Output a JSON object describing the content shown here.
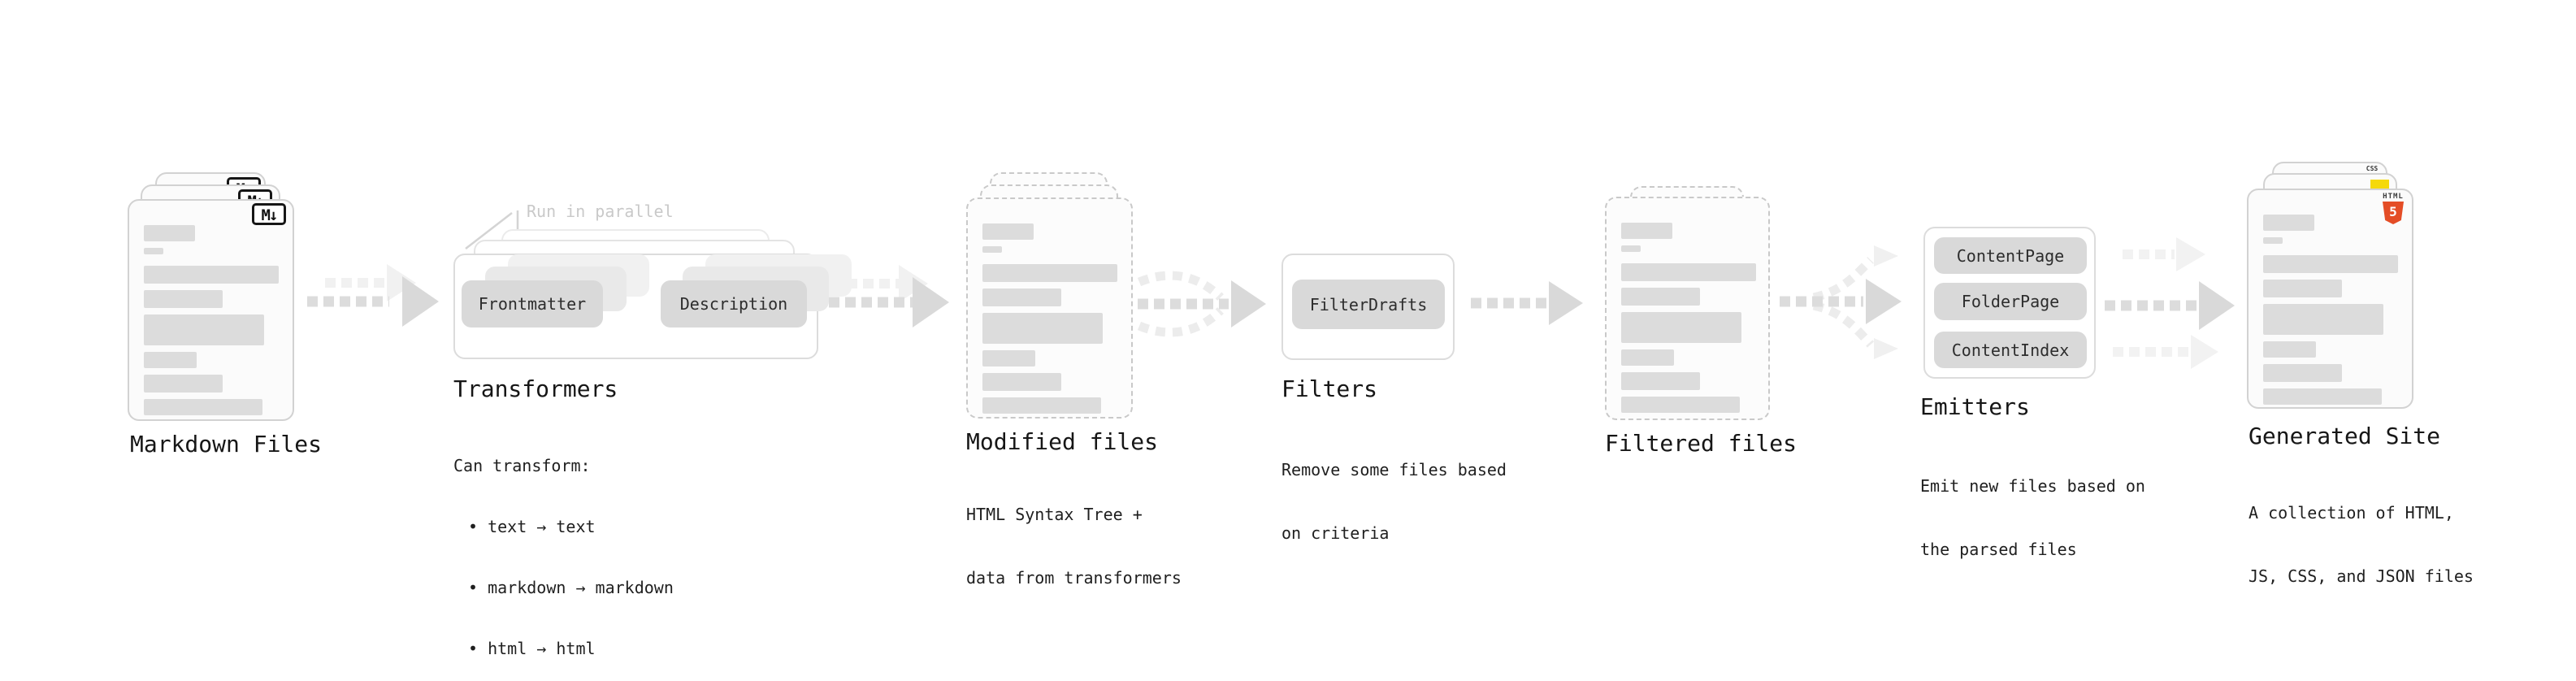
{
  "stages": {
    "markdown_files": {
      "label": "Markdown Files",
      "badge": "M↓"
    },
    "transformers": {
      "label": "Transformers",
      "parallel_note": "Run in parallel",
      "pills": [
        "Frontmatter",
        "Description"
      ],
      "body_title": "Can transform:",
      "bullets": [
        "• text → text",
        "• markdown → markdown",
        "• html → html"
      ]
    },
    "modified_files": {
      "label": "Modified files",
      "subtitle_lines": [
        "HTML Syntax Tree +",
        "data from transformers"
      ]
    },
    "filters": {
      "label": "Filters",
      "pill": "FilterDrafts",
      "subtitle_lines": [
        "Remove some files based",
        "on criteria"
      ]
    },
    "filtered_files": {
      "label": "Filtered files"
    },
    "emitters": {
      "label": "Emitters",
      "pills": [
        "ContentPage",
        "FolderPage",
        "ContentIndex"
      ],
      "subtitle_lines": [
        "Emit new files based on",
        "the parsed files"
      ]
    },
    "generated_site": {
      "label": "Generated Site",
      "subtitle_lines": [
        "A collection of HTML,",
        "JS, CSS, and JSON files"
      ],
      "badges": {
        "html_label": "HTML",
        "html_number": "5",
        "css": "CSS"
      }
    }
  },
  "colors": {
    "html5_orange": "#e44d26",
    "js_yellow": "#f5d90b",
    "css_blue": "#2760e6",
    "pill_gray": "#d9d9d9",
    "arrow_gray": "#dcdcdc",
    "muted_note_gray": "#c9c9c9",
    "text_dark": "#1c1c1c"
  }
}
